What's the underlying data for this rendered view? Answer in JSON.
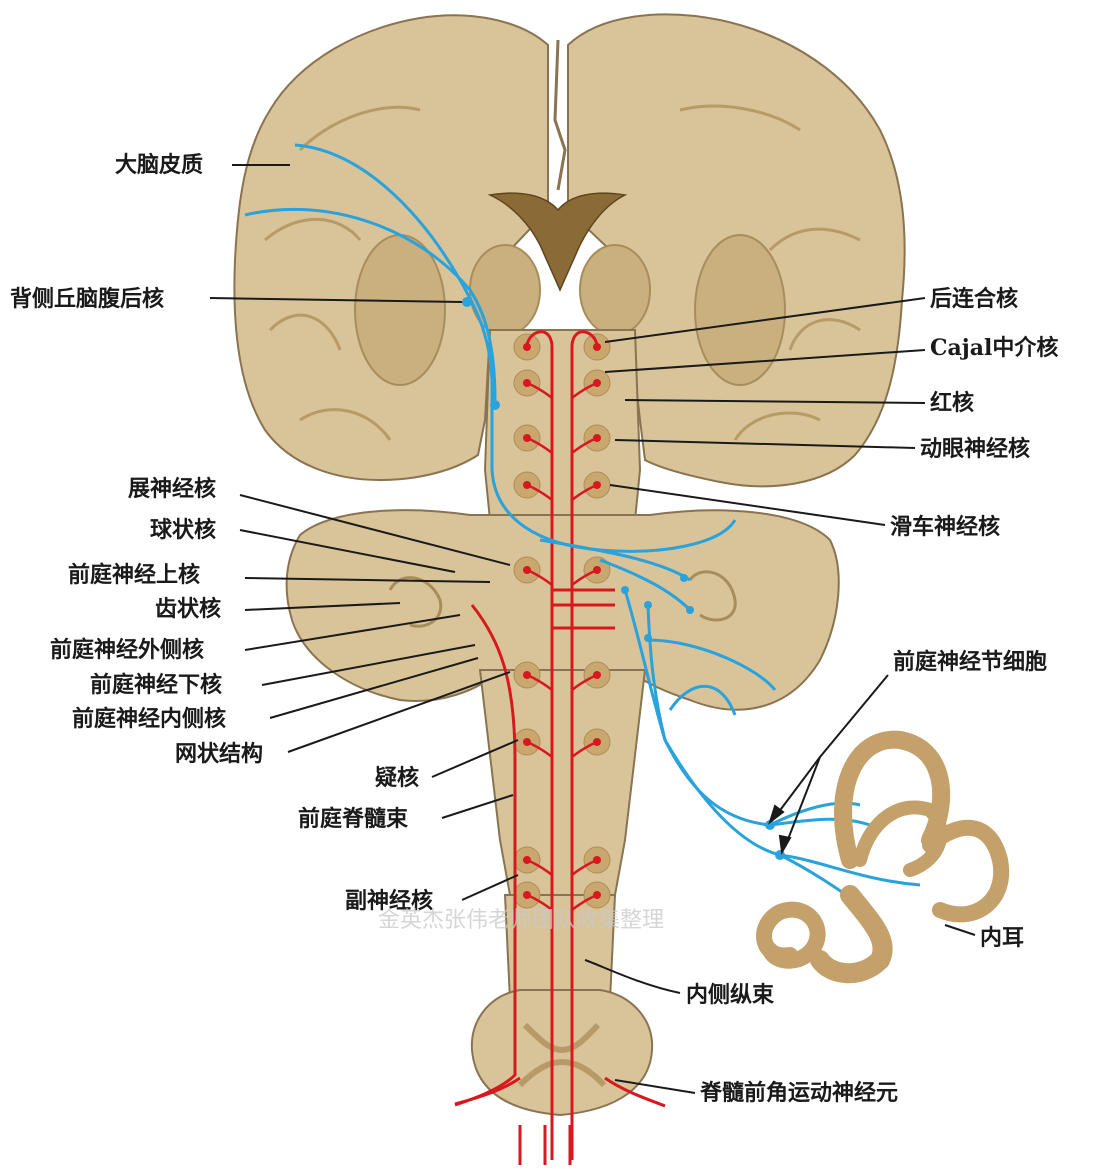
{
  "labels": {
    "cortex": "大脑皮质",
    "dorsal_thalamus": "背侧丘脑腹后核",
    "posterior_commissure": "后连合核",
    "cajal": "Cajal中介核",
    "red_nucleus": "红核",
    "oculomotor": "动眼神经核",
    "trochlear": "滑车神经核",
    "abducens": "展神经核",
    "globose": "球状核",
    "sup_vestibular": "前庭神经上核",
    "dentate": "齿状核",
    "lat_vestibular": "前庭神经外侧核",
    "inf_vestibular": "前庭神经下核",
    "med_vestibular": "前庭神经内侧核",
    "reticular": "网状结构",
    "ambiguus": "疑核",
    "vestibulospinal": "前庭脊髓束",
    "accessory": "副神经核",
    "mlf": "内侧纵束",
    "motor_neuron": "脊髓前角运动神经元",
    "ganglion": "前庭神经节细胞",
    "inner_ear": "内耳"
  },
  "watermark": "金英杰张伟老师团队收集整理",
  "colors": {
    "tissue": "#d9c49a",
    "tissue_edge": "#8a7350",
    "white_matter": "#c9b07e",
    "ventricle": "#8a6a35",
    "red_pathway": "#d7191f",
    "blue_pathway": "#2aa2db",
    "ear": "#d6b98a"
  }
}
